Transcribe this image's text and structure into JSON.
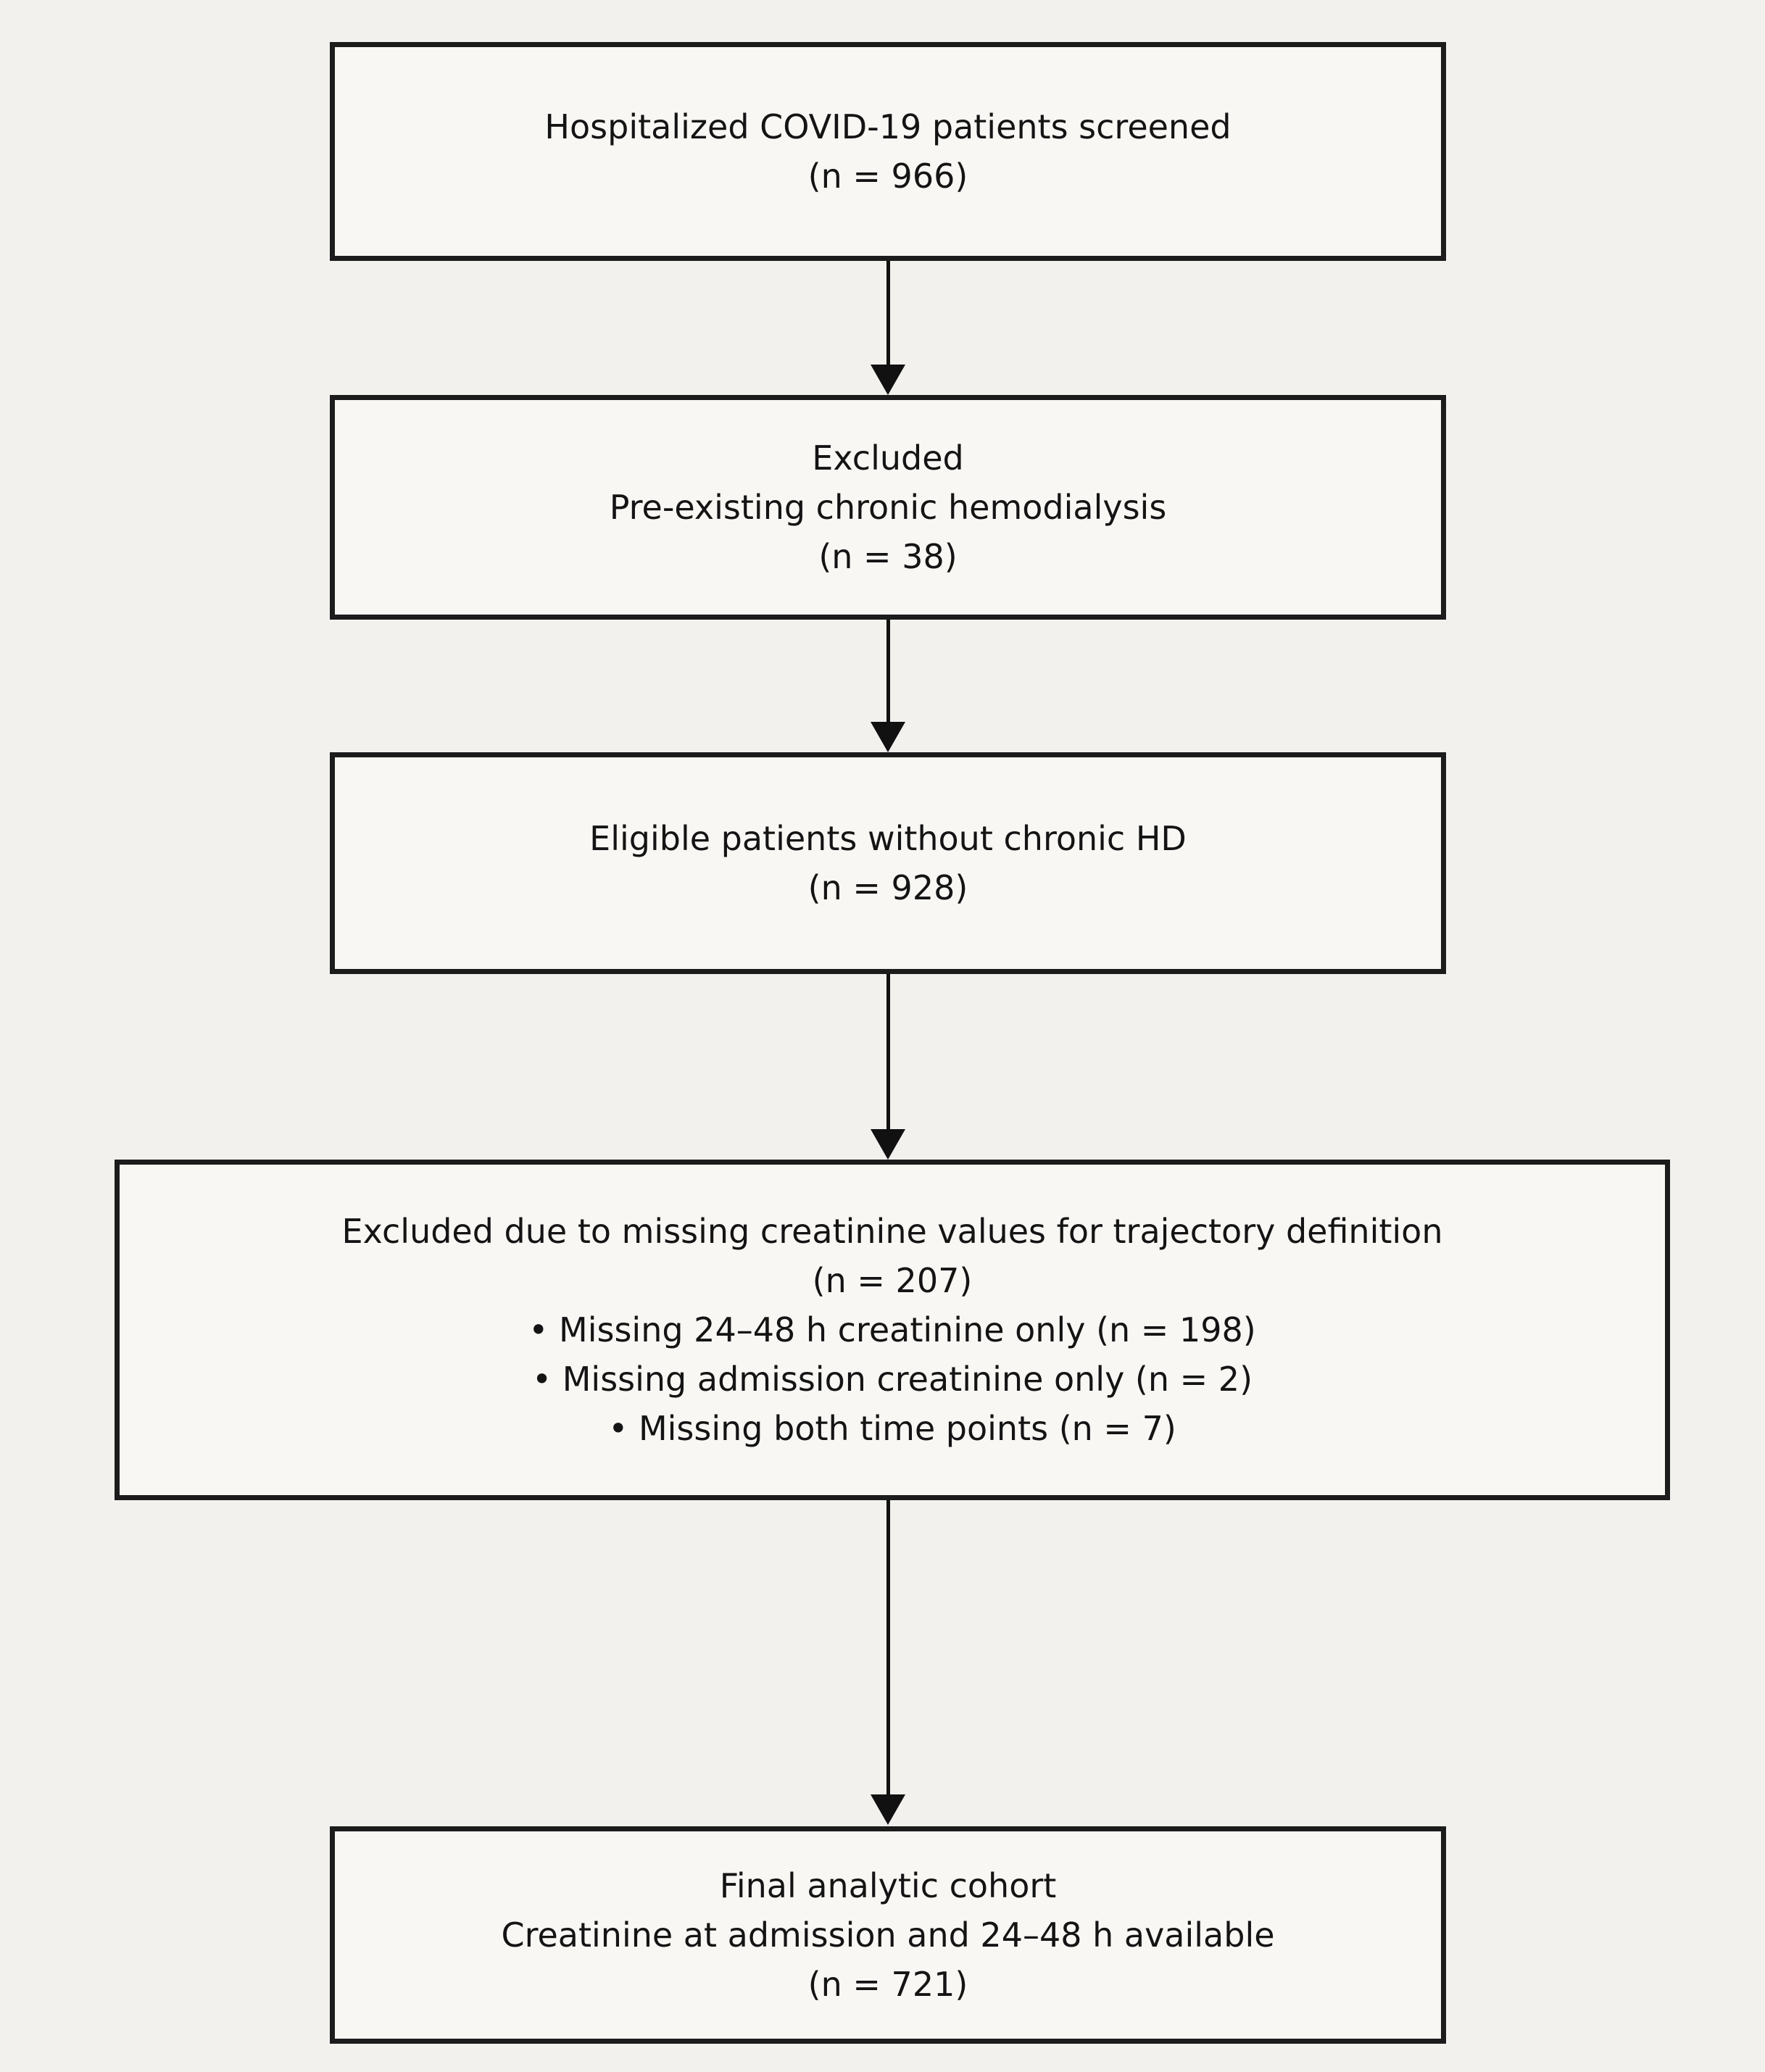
{
  "diagram": {
    "type": "flowchart",
    "description": "Vertical patient-flow (CONSORT-style) diagram with five boxes connected by downward arrows",
    "colors": {
      "page_background": "#f2f1ee",
      "box_fill": "#f8f7f4",
      "box_border": "#1c1c1c",
      "text": "#141414",
      "arrow": "#111111"
    },
    "boxes": [
      {
        "id": "screened",
        "lines": [
          "Hospitalized COVID-19 patients screened",
          "(n = 966)"
        ]
      },
      {
        "id": "excluded-hemodialysis",
        "lines": [
          "Excluded",
          "Pre-existing chronic hemodialysis",
          "(n = 38)"
        ]
      },
      {
        "id": "eligible",
        "lines": [
          "Eligible patients without chronic HD",
          "(n = 928)"
        ]
      },
      {
        "id": "excluded-missing-creatinine",
        "lines": [
          "Excluded due to missing creatinine values for trajectory definition",
          "(n = 207)",
          "• Missing 24–48 h creatinine only (n = 198)",
          "• Missing admission creatinine only (n = 2)",
          "• Missing both time points (n = 7)"
        ]
      },
      {
        "id": "final-cohort",
        "lines": [
          "Final analytic cohort",
          "Creatinine at admission and 24–48 h available",
          "(n = 721)"
        ]
      }
    ]
  }
}
